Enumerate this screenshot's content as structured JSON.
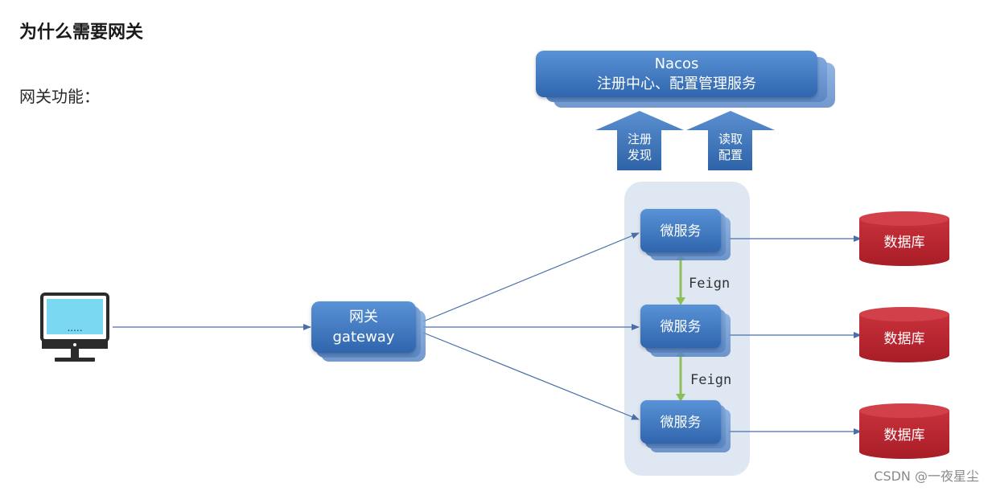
{
  "page": {
    "title": "为什么需要网关",
    "subtitle": "网关功能："
  },
  "diagram": {
    "nacos": {
      "title": "Nacos",
      "subtitle": "注册中心、配置管理服务"
    },
    "arrows": {
      "register": [
        "注册",
        "发现"
      ],
      "config": [
        "读取",
        "配置"
      ]
    },
    "gateway": {
      "line1": "网关",
      "line2": "gateway"
    },
    "client": {
      "screen_text": "....."
    },
    "services": [
      {
        "label": "微服务"
      },
      {
        "label": "微服务"
      },
      {
        "label": "微服务"
      }
    ],
    "feign_labels": [
      "Feign",
      "Feign"
    ],
    "databases": [
      {
        "label": "数据库"
      },
      {
        "label": "数据库"
      },
      {
        "label": "数据库"
      }
    ]
  },
  "watermark": "CSDN @一夜星尘",
  "colors": {
    "box_blue": "#3f77bd",
    "db_red": "#c0232e",
    "feign_green": "#8cbf5a",
    "cluster_bg": "#dfe8f2",
    "line_blue": "#4a6fa8"
  }
}
